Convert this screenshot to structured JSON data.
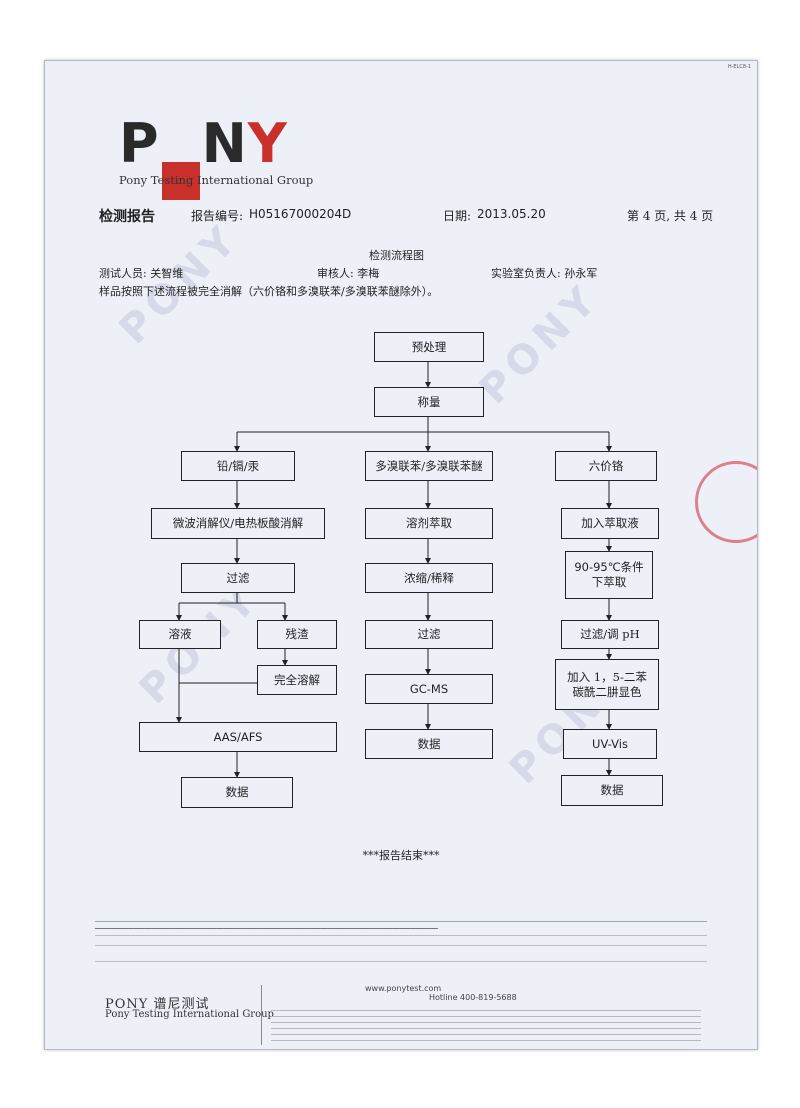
{
  "doc_code": "H-ELC8-1",
  "logo": {
    "word": "PONY",
    "subtitle": "Pony Testing International Group"
  },
  "header": {
    "title": "检测报告",
    "report_no_label": "报告编号:",
    "report_no": "H05167000204D",
    "date_label": "日期:",
    "date": "2013.05.20",
    "page": "第 4 页, 共 4 页"
  },
  "flow_title": "检测流程图",
  "testers": {
    "tester": "测试人员: 关智维",
    "reviewer": "审核人: 李梅",
    "lab_head": "实验室负责人: 孙永军"
  },
  "note": "样品按照下述流程被完全消解（六价铬和多溴联苯/多溴联苯醚除外）。",
  "flow": {
    "pre": "预处理",
    "weigh": "称量",
    "left": {
      "head": "铅/镉/汞",
      "digest": "微波消解仪/电热板酸消解",
      "filter": "过滤",
      "solution": "溶液",
      "residue": "残渣",
      "dissolve": "完全溶解",
      "instrument": "AAS/AFS",
      "data": "数据"
    },
    "middle": {
      "head": "多溴联苯/多溴联苯醚",
      "extract": "溶剂萃取",
      "concentrate": "浓缩/稀释",
      "filter": "过滤",
      "instrument": "GC-MS",
      "data": "数据"
    },
    "right": {
      "head": "六价铬",
      "add": "加入萃取液",
      "heat": "90-95℃条件下萃取",
      "ph": "过滤/调 pH",
      "reagent": "加入 1，5-二苯碳酰二肼显色",
      "instrument": "UV-Vis",
      "data": "数据"
    }
  },
  "end_text": "***报告结束***",
  "footer": {
    "brand_cn": "PONY 谱尼测试",
    "brand_en": "Pony Testing International Group",
    "web": "www.ponytest.com",
    "hotline": "Hotline 400-819-5688"
  }
}
